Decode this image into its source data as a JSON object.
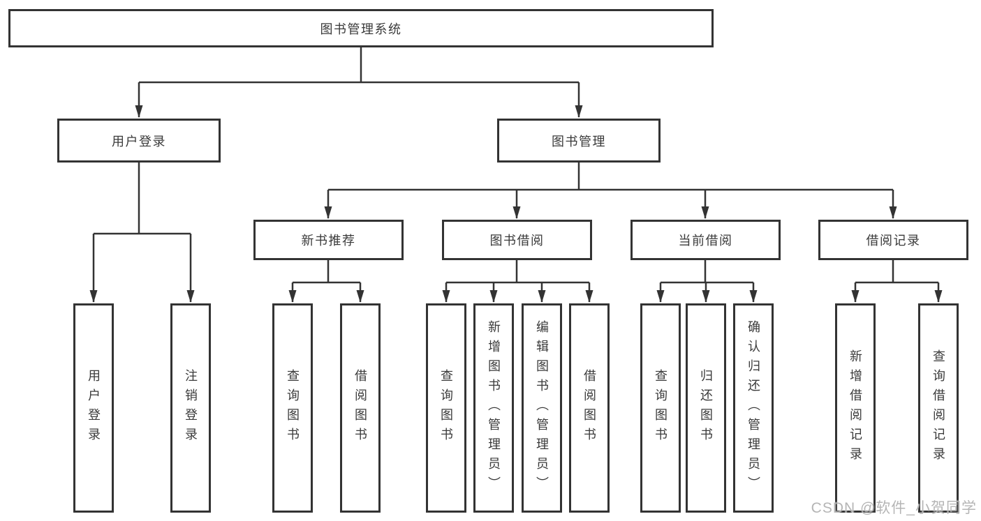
{
  "diagram": {
    "root": {
      "label": "图书管理系统"
    },
    "level2": [
      {
        "label": "用户登录"
      },
      {
        "label": "图书管理"
      }
    ],
    "level3": [
      {
        "label": "新书推荐"
      },
      {
        "label": "图书借阅"
      },
      {
        "label": "当前借阅"
      },
      {
        "label": "借阅记录"
      }
    ],
    "leaves": {
      "user_login": [
        "用户登录",
        "注销登录"
      ],
      "new_book": [
        "查询图书",
        "借阅图书"
      ],
      "borrow": [
        "查询图书",
        "新增图书（管理员）",
        "编辑图书（管理员）",
        "借阅图书"
      ],
      "current": [
        "查询图书",
        "归还图书",
        "确认归还（管理员）"
      ],
      "records": [
        "新增借阅记录",
        "查询借阅记录"
      ]
    }
  },
  "watermark": "CSDN @软件_小贺同学",
  "colors": {
    "line": "#333333",
    "text": "#3a3a3a",
    "watermark": "#b5b5b5",
    "background": "#ffffff"
  }
}
